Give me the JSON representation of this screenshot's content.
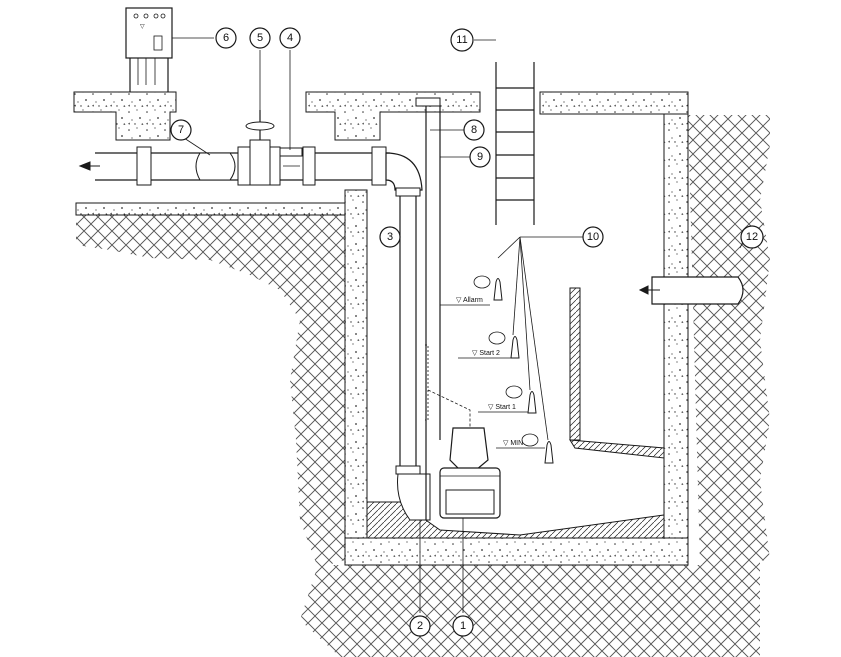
{
  "callouts": {
    "c1": "1",
    "c2": "2",
    "c3": "3",
    "c4": "4",
    "c5": "5",
    "c6": "6",
    "c7": "7",
    "c8": "8",
    "c9": "9",
    "c10": "10",
    "c11": "11",
    "c12": "12"
  },
  "levels": {
    "alarm": "▽ Allarm",
    "start2": "▽ Start 2",
    "start1": "▽ Start 1",
    "min": "▽ MIN"
  }
}
